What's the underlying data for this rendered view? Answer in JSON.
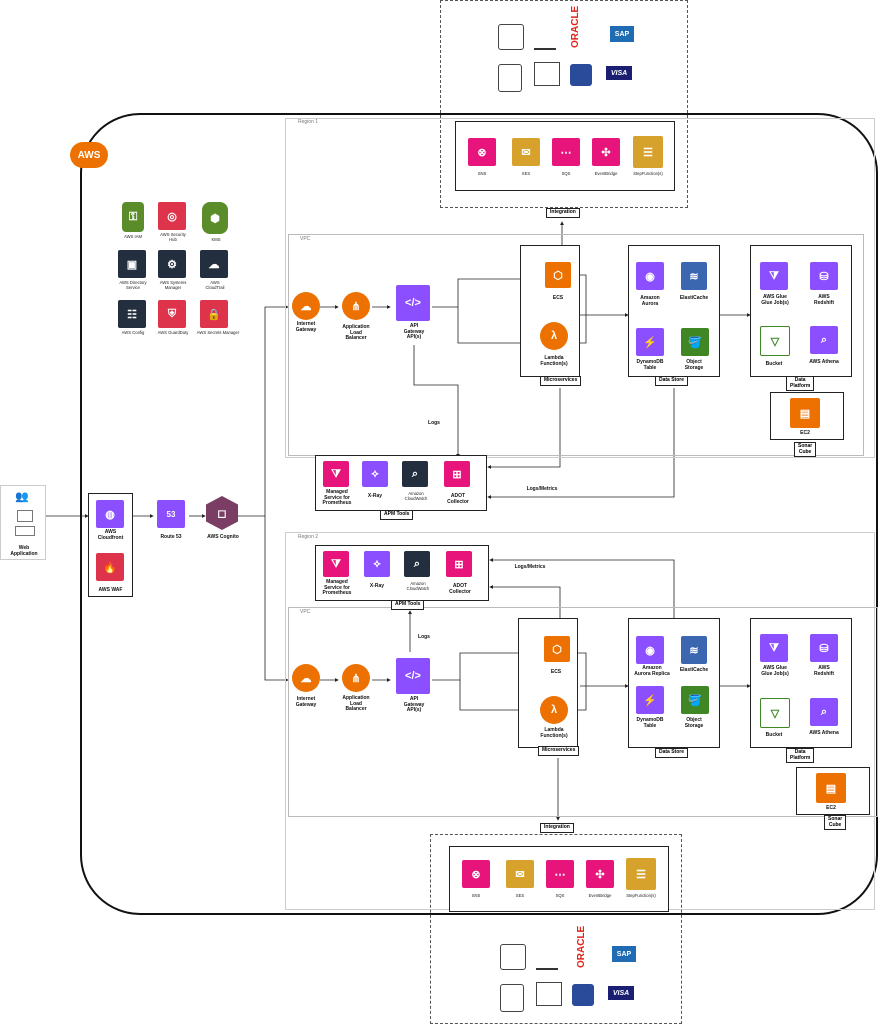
{
  "aws_logo": "AWS",
  "web_app": "Web\nApplication",
  "edge": {
    "cloudfront": "AWS\nCloudfront",
    "waf": "AWS WAF",
    "route53": "Route 53",
    "route53_glyph": "53",
    "cognito": "AWS Cognito"
  },
  "security": {
    "iam": "AWS IAM",
    "security_hub": "AWS Security\nHub",
    "kms": "KMS",
    "directory": "AWS Directory\nService",
    "systems_manager": "AWS Systems\nManager",
    "cloudtrail": "AWS\nCloudTrail",
    "config": "AWS Config",
    "guardduty": "AWS GuardDuty",
    "secrets": "AWS Secrets Manager"
  },
  "region1": {
    "title": "Region 1",
    "vpc": "VPC",
    "igw": "Internet\nGateway",
    "alb": "Application\nLoad\nBalancer",
    "apigw": "API\nGateway\nAPI(s)",
    "ecs": "ECS",
    "lambda": "Lambda\nFunction(s)",
    "microservices": "Microservices",
    "aurora": "Amazon\nAurora",
    "elasticache": "ElastiCache",
    "dynamodb": "DynamoDB\nTable",
    "object_storage": "Object\nStorage",
    "data_store": "Data Store",
    "glue": "AWS Glue\nGlue Job(s)",
    "redshift": "AWS\nRedshift",
    "bucket": "Bucket",
    "athena": "AWS Athena",
    "data_platform": "Data\nPlatform",
    "ec2": "EC2",
    "sonar": "Sonar\nCube",
    "logs": "Logs",
    "logs_metrics": "Logs/Metrics",
    "integration": "Integration"
  },
  "region2": {
    "title": "Region 2",
    "vpc": "VPC",
    "igw": "Internet\nGateway",
    "alb": "Application\nLoad\nBalancer",
    "apigw": "API\nGateway\nAPI(s)",
    "ecs": "ECS",
    "lambda": "Lambda\nFunction(s)",
    "microservices": "Microservices",
    "aurora": "Amazon\nAurora Replica",
    "elasticache": "ElastiCache",
    "dynamodb": "DynamoDB\nTable",
    "object_storage": "Object\nStorage",
    "data_store": "Data Store",
    "glue": "AWS Glue\nGlue Job(s)",
    "redshift": "AWS\nRedshift",
    "bucket": "Bucket",
    "athena": "AWS Athena",
    "data_platform": "Data\nPlatform",
    "ec2": "EC2",
    "sonar": "Sonar\nCube",
    "logs": "Logs",
    "logs_metrics": "Logs/Metrics",
    "integration": "Integration"
  },
  "apm": {
    "title": "APM Tools",
    "prometheus": "Managed\nService for\nPrometheus",
    "xray": "X-Ray",
    "cloudwatch": "Amazon\nCloudWatch",
    "adot": "ADOT\nCollector"
  },
  "integration_services": {
    "sns": "SNS",
    "ses": "SES",
    "sqs": "SQS",
    "eventbridge": "EventBridge",
    "stepfunctions": "StepFunction(s)"
  },
  "external": {
    "oracle": "ORACLE",
    "sap": "SAP",
    "visa": "VISA"
  }
}
